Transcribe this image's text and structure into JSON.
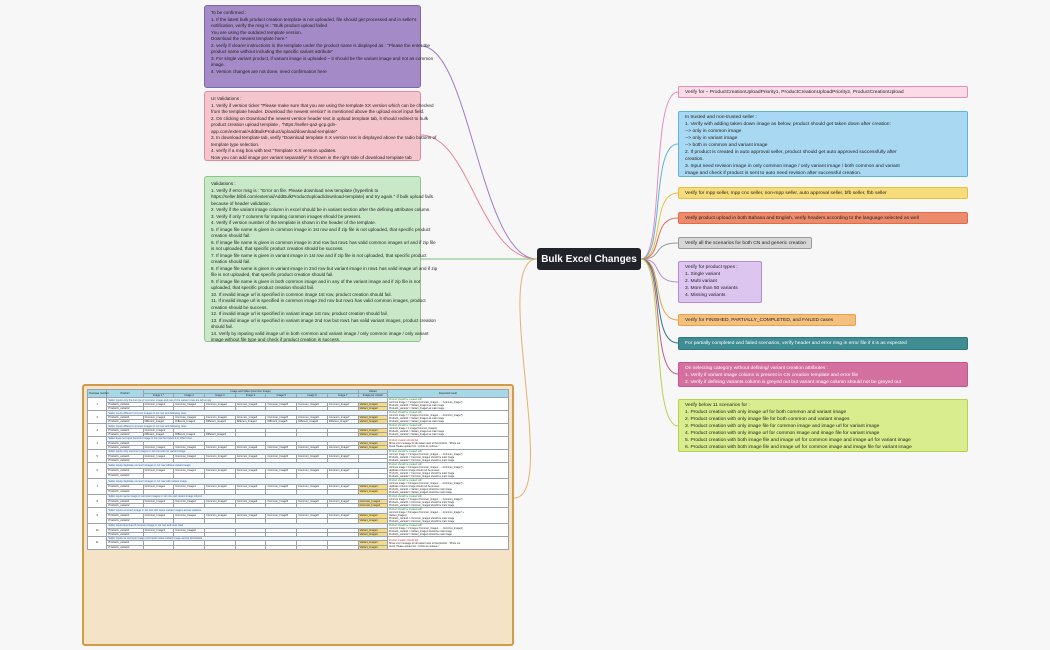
{
  "center": {
    "label": "Bulk Excel Changes"
  },
  "left_cards": {
    "confirm": [
      "To be confirmed :",
      "1. If the latest bulk product creation template is not uploaded, file should get processed and in seller's",
      "notification, verify the msg is : \"Bulk product upload failed",
      "You are using the outdated template version.",
      "Download the newest template here.\"",
      "2. verify if clearer instructions in the template under the product name is displayed as : \"Please the enter the",
      "product name without including the specific variant attribute\"",
      "3. For single variant product, if variant image is uploaded – it should be the variant image and not as common",
      "image.",
      "4. Version changes are not done, need confirmation here"
    ],
    "ui": [
      "UI Validations :",
      "1. Verify if version ticker \"Please make sure that you are using the template XX version which can be checked",
      "from the template header. Download the newest version\" is mentioned above the upload excel input field.",
      "2. On clicking on Download the newest version header text in upload template tab, it should redirect to bulk",
      "product creation upload template , \"https://seller-qa2-gcp.gdn-",
      "app.com/external/AddBulkProduct/upload/download-template\"",
      "3. In download template tab, verify \"Download template X.X version text is displayed above the radio buttons of",
      "template type selection.",
      "4. verify if a msg box with text \"Template X.X version updates.",
      "Now you can add image per variant separately\" is shown in the right side of download template tab"
    ],
    "validations": [
      "Validations :",
      "1. Verify if error msg is : \"Error on file. Please download new template (hyperlink to",
      "https://seller.blibli.com/external/AddBulkProduct/upload/download-template) and try again.\" if bulk upload fails",
      "because of header validation.",
      "2. Verify if the variant image column in excel should be in variant section after the defining attributes column.",
      "3. Verify if only 7 columns for inputing common images should be present.",
      "4. Verify if version number of the template is shown in the header of the template.",
      "5. If image file name is given in common image in 1st row and if zip file is not uploaded, that specific product",
      "creation should fail.",
      "6. If image file name is given in common image in 2nd row but row1 has valid common images url and if zip file",
      "is not uploaded, that specific product creation should be success.",
      "7. If image file name is given in variant image in 1st row and if zip file is not uploaded, that specific product",
      "creation should fail.",
      "8. If image file name is given in variant image in 2nd row but variant image in row1 has valid image url and if zip",
      "file is not uploaded, that specific product creation should fail.",
      "9. If image file name is given in both common image and in any of the variant image and if zip file is not",
      "uploaded, that specific product creation should fail.",
      "10. If invalid image url is specified in common image 1st row, product creation should fail.",
      "11. If invalid image url is specified in common image 2nd row but row1 has valid common images, product",
      "creation should be success.",
      "12. If invalid image url is specified in variant image 1st row, product creation should fail.",
      "13. If invalid image url is specified in variant image 2nd row but row1 has valid variant images, product creation",
      "should fail.",
      "14. Verify by inputing valid image url in both common and variant image / only common image / only variant",
      "image without file type and check if product creation is success."
    ]
  },
  "right_nodes": {
    "priority": [
      "Verify for – ProductCreationUploadPriority1, ProductCreationUploadPriority2, ProductCreationUpload"
    ],
    "trusted": [
      "In trusted and non-trusted seller :",
      "1. Verify with adding taken down image as below, product should get taken down after creation:",
      "--> only in common image",
      "--> only in variant image",
      "--> both in common and variant image",
      "2. If product is created in auto approval seller, product should get auto approved successfully after",
      "creation.",
      "3. Input need revision image in only common image / only variant image / both common and variant",
      "image and check if product is sent to auto need revision after successful creation."
    ],
    "sellers": [
      "Verify for mpp seller, mpp cnc seller, non-mpp seller, auto approval seller, bfb seller, fbb seller"
    ],
    "bahasa": [
      "Verify product upload in both Bahasa and English, verify headers according to the language selected as well"
    ],
    "cn": [
      "Verify all the scenarios for both CN and generic creation"
    ],
    "types": [
      "Verify for product types :",
      "1. Single variant",
      "2. Multi variant",
      "3. More than 50 variants",
      "4. Missing variants"
    ],
    "finished": [
      "Verify for FINISHED, PARTIALLY_COMPLETED, and FAILED cases"
    ],
    "partial": [
      "For partially completed and failed scenarios, verify header and error msg in error file if it is as expected"
    ],
    "category": [
      "On selecting category without defining/ variant creation attributes :",
      "1. Verify if variant image column is present in CN creation template and error file",
      "2. Verify if defining variants column is greyed out but variant image column should not be greyed out"
    ],
    "scenarios": [
      "Verify below 11 scenarios for :",
      "1. Product creation with only image url for both common and variant image",
      "2. Product creation with only image file for both common and variant images",
      "3. Product creation with only image file for common image and image url for variant image",
      "4. Product creation with only image url for common image and image file for variant image",
      "5. Product creation with both image file and image url for common image and image url for variant image",
      "6. Product creation with both image file and image url for common image and image file for variant image"
    ]
  },
  "table": {
    "headers": {
      "testcase": "Testcase number",
      "product": "Product",
      "group": "Image and Video (Common Image)",
      "images": [
        "Image 1 *",
        "Image 2",
        "Image 3",
        "Image 4",
        "Image 5",
        "Image 6",
        "Image 7"
      ],
      "variant_group": "Variant",
      "variant_image": "Image per variant",
      "expected": "Expected result"
    },
    "cases": [
      {
        "num": "1",
        "note": "Seller inputs only the 1st row of common image and rest of the variant rows are left empty",
        "rows": [
          [
            "Product1_variant1",
            "Common_Image1",
            "Common_Image2",
            "Common_Image3",
            "Common_Image4",
            "Common_Image5",
            "Common_Image6",
            "Common_Image7",
            "Variant_Image1"
          ],
          [
            "Product1_variant2",
            "",
            "",
            "",
            "",
            "",
            "",
            "",
            "Variant_Image2"
          ]
        ],
        "exp": [
          "Product should be created with :",
          "common image = 7 images (Common_image1.......Common_image7)",
          "Product1_variant1 = Variant_Image1 as main image",
          "Product1_variant2 = Variant_Image2 as main image"
        ]
      },
      {
        "num": "2",
        "note": "Seller inputs different common images in 1st row and following rows",
        "rows": [
          [
            "Product1_variant1",
            "Common_Image1",
            "Common_Image2",
            "Common_Image3",
            "Common_Image4",
            "Common_Image5",
            "Common_Image6",
            "Common_Image7",
            "Variant_Image1"
          ],
          [
            "Product1_variant2",
            "Different_Image1",
            "Different_Image2",
            "Different_Image3",
            "Different_Image4",
            "Different_Image5",
            "Different_Image6",
            "Different_Image7",
            "Variant_Image2"
          ]
        ],
        "exp": [
          "Product should be created with :",
          "common image = 7 images (Common_image1.......Common_image7)",
          "Product1_variant1 = Variant_Image1 as main image",
          "Product1_variant2 = Variant_Image2 as main image"
        ]
      },
      {
        "num": "3",
        "note": "Seller inputs different common images in 1st row and following rows",
        "rows": [
          [
            "Product1_variant1",
            "Common_Image1",
            "",
            "",
            "",
            "",
            "",
            "",
            "Variant_Image1"
          ],
          [
            "Product1_variant2",
            "Different_Image1",
            "Different_Image2",
            "Different_Image3",
            "",
            "",
            "",
            "",
            "Variant_Image2"
          ]
        ],
        "exp": [
          "Product should be created with :",
          "common image = 1 image(Common_image1)",
          "Product1_variant1 = Variant_Image1 as main image",
          "Product1_variant2 = Variant_Image2 as main image"
        ]
      },
      {
        "num": "4",
        "note": "Seller does not input common image in 1st row but inputs it in other rows",
        "rows": [
          [
            "Product1_variant1",
            "",
            "",
            "",
            "",
            "",
            "",
            "",
            "Variant_Image1"
          ],
          [
            "Product1_variant2",
            "Common_Image1",
            "Common_Image2",
            "Common_Image3",
            "Common_Image4",
            "Common_Image5",
            "Common_Image6",
            "Common_Image7",
            "Variant_Image2"
          ]
        ],
        "exp": [
          "Product creation should fail",
          "Show error message for all variant rows of that product : \"Photo not",
          "found. Please upload min. 1 photo to continue.\""
        ]
      },
      {
        "num": "5",
        "note": "Seller inputs only common images in 1st row and not variant image",
        "rows": [
          [
            "Product1_variant1",
            "Common_Image1",
            "Common_Image2",
            "Common_Image3",
            "Common_Image4",
            "Common_Image5",
            "Common_Image6",
            "Common_Image7",
            ""
          ],
          [
            "Product1_variant2",
            "",
            "",
            "",
            "",
            "",
            "",
            "",
            ""
          ]
        ],
        "exp": [
          "Product should be created with :",
          "common image = 7 images (Common_image1.......Common_image7)",
          "Product1_variant1 = Common_Image1 should be main image",
          "Product1_variant2 = Common_Image1 should be main image"
        ]
      },
      {
        "num": "6",
        "note": "Seller inputs duplicate common images in 1st row without variant image",
        "rows": [
          [
            "Product1_variant1",
            "Common_Image1",
            "Common_Image1",
            "Common_Image3",
            "Common_Image4",
            "Common_Image5",
            "Common_Image6",
            "Common_Image7",
            ""
          ],
          [
            "Product1_variant2",
            "",
            "",
            "",
            "",
            "",
            "",
            "",
            ""
          ]
        ],
        "exp": [
          "Product should be created with :",
          "common image = 6 images (Common_image1.......Common_image7) -",
          "duplicate common image should not be present",
          "Product1_variant1 = Common_Image1 should be main image",
          "Product1_variant2 = Common_Image1 should be main image"
        ]
      },
      {
        "num": "7",
        "note": "Seller inputs duplicate common images in 1st row with variant image",
        "rows": [
          [
            "Product1_variant1",
            "Common_Image1",
            "Common_Image1",
            "Common_Image3",
            "Common_Image4",
            "Common_Image5",
            "Common_Image6",
            "Common_Image7",
            "Variant_Image1"
          ],
          [
            "Product1_variant2",
            "",
            "",
            "",
            "",
            "",
            "",
            "",
            "Variant_Image2"
          ]
        ],
        "exp": [
          "Product should be created with :",
          "common image = 6 images (Common_image1.......Common_image7) -",
          "duplicate common image should not be present",
          "Product1_variant1 = Variant_Image1 should be main image",
          "Product1_variant2 = Variant_Image2 should be main image"
        ]
      },
      {
        "num": "8",
        "note": "Seller inputs same image in common images in 1st row and variant image column",
        "rows": [
          [
            "Product1_variant1",
            "Common_Image1",
            "Common_Image2",
            "Common_Image3",
            "Common_Image4",
            "Common_Image5",
            "Common_Image6",
            "Common_Image7",
            "Common_Image1"
          ],
          [
            "Product1_variant2",
            "",
            "",
            "",
            "",
            "",
            "",
            "",
            "Common_Image2"
          ]
        ],
        "exp": [
          "Product should be created with :",
          "common image = 7 images (Common_image1.......Common_image7)",
          "Product1_variant1 = Common_Image1 should be main image",
          "Product1_variant2 = Common_Image2 should be main image"
        ]
      },
      {
        "num": "9",
        "note": "Seller inputs common image in 1st row with same variant images across variants",
        "rows": [
          [
            "Product1_variant1",
            "Common_Image1",
            "Common_Image2",
            "Common_Image3",
            "Common_Image4",
            "Common_Image5",
            "Common_Image6",
            "Common_Image7",
            "Variant_Image1"
          ],
          [
            "Product1_variant2",
            "",
            "",
            "",
            "",
            "",
            "",
            "",
            "Variant_Image1"
          ]
        ],
        "exp": [
          "Product should be created with :",
          "common image = 8 images (Common_image1.......Common_image7 +",
          "Variant_Image1)",
          "Product1_variant1 = Common_Image1 should be main image",
          "Product1_variant2 = Common_Image1 should be main image"
        ]
      },
      {
        "num": "10",
        "note": "Seller inputs less than 8 common image in 1st row and rows total",
        "rows": [
          [
            "Product1_variant1",
            "Common_Image1",
            "Common_Image2",
            "",
            "",
            "",
            "",
            "",
            "Variant_Image1"
          ],
          [
            "Product1_variant2",
            "",
            "",
            "",
            "",
            "",
            "",
            "",
            "Variant_Image2"
          ]
        ],
        "exp": [
          "Product should be created with :",
          "common image = 2 images (Common_Image1.......Common_Image2)",
          "Product1_variant1 = Variant_Image1 should be main image",
          "Product1_variant2 = Variant_Image2 should be main image"
        ]
      },
      {
        "num": "11",
        "note": "Seller inputs no common image and inputs same variant image across all variants",
        "rows": [
          [
            "Product1_variant1",
            "",
            "",
            "",
            "",
            "",
            "",
            "",
            "Variant_Image1"
          ],
          [
            "Product1_variant2",
            "",
            "",
            "",
            "",
            "",
            "",
            "",
            "Variant_Image1"
          ]
        ],
        "exp": [
          "Product creation should fail",
          "Show error message for all variant rows of that product : \"Photo not",
          "found. Please upload min. 1 photo to continue.\""
        ]
      }
    ]
  },
  "colors": {
    "center_bg": "#20232a",
    "link_priority": "#e58fb8",
    "link_trusted": "#5ab4e0",
    "link_sellers": "#e6c13f",
    "link_bahasa": "#e46a4e",
    "link_cn": "#9a9a9a",
    "link_types": "#b58ad6",
    "link_finished": "#e9a24a",
    "link_partial": "#2b7a82",
    "link_category": "#c8568e",
    "link_scenarios": "#b6d24c",
    "link_confirm": "#9d7cc8",
    "link_ui": "#e6879a",
    "link_validations": "#79c27a",
    "link_table": "#e8b06a"
  }
}
